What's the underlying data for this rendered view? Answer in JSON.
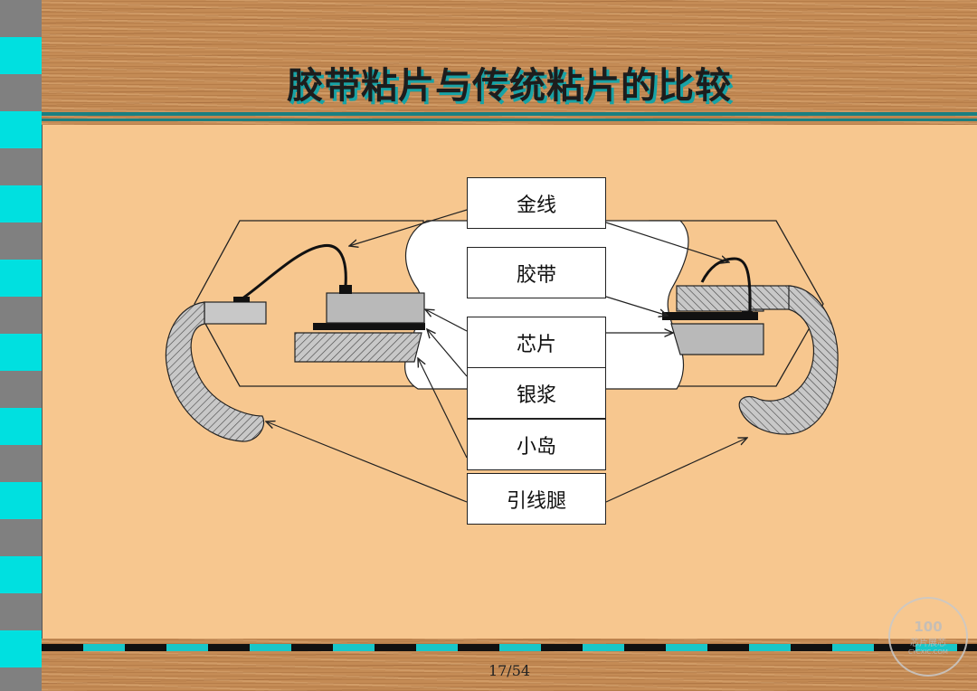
{
  "slide": {
    "title": "胶带粘片与传统粘片的比较",
    "page_number": "17/54"
  },
  "labels": {
    "gold_wire": "金线",
    "tape": "胶带",
    "chip": "芯片",
    "silver_paste": "银浆",
    "island": "小岛",
    "lead": "引线腿"
  },
  "watermark": {
    "line1": "100",
    "line2": "芯片展芯",
    "line3": "CYCXIC.COM"
  }
}
